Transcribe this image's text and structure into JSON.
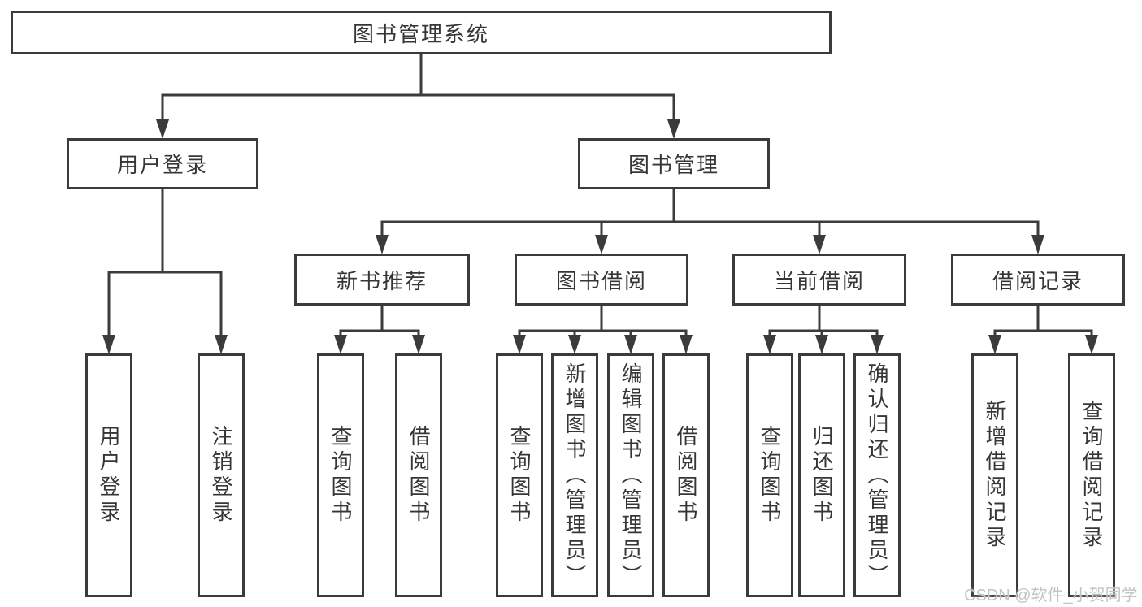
{
  "tree": {
    "label": "图书管理系统",
    "children": [
      {
        "label": "用户登录",
        "children": [
          {
            "label": "用户登录"
          },
          {
            "label": "注销登录"
          }
        ]
      },
      {
        "label": "图书管理",
        "children": [
          {
            "label": "新书推荐",
            "children": [
              {
                "label": "查询图书"
              },
              {
                "label": "借阅图书"
              }
            ]
          },
          {
            "label": "图书借阅",
            "children": [
              {
                "label": "查询图书"
              },
              {
                "label": "新增图书（管理员）"
              },
              {
                "label": "编辑图书（管理员）"
              },
              {
                "label": "借阅图书"
              }
            ]
          },
          {
            "label": "当前借阅",
            "children": [
              {
                "label": "查询图书"
              },
              {
                "label": "归还图书"
              },
              {
                "label": "确认归还（管理员）"
              }
            ]
          },
          {
            "label": "借阅记录",
            "children": [
              {
                "label": "新增借阅记录"
              },
              {
                "label": "查询借阅记录"
              }
            ]
          }
        ]
      }
    ]
  },
  "watermark": {
    "text": "CSDN @软件_小贺同学"
  },
  "colors": {
    "line": "#3b3b3b",
    "text": "#363636",
    "watermark": "#c4c4c4",
    "background": "#ffffff"
  }
}
